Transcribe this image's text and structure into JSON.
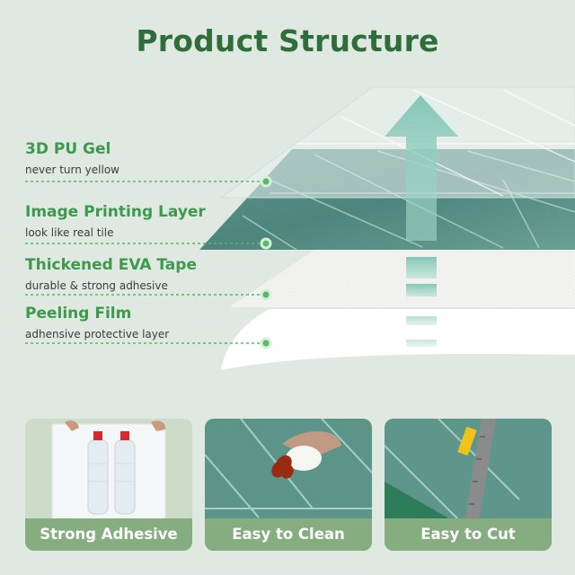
{
  "title": "Product Structure",
  "layers": [
    {
      "name": "3D PU Gel",
      "desc": "never turn yellow"
    },
    {
      "name": "Image Printing Layer",
      "desc": "look like real tile"
    },
    {
      "name": "Thickened EVA Tape",
      "desc": "durable & strong adhesive"
    },
    {
      "name": "Peeling Film",
      "desc": "adhensive protective layer"
    }
  ],
  "features": [
    {
      "label": "Strong Adhesive",
      "image": "bottles-stuck-on-panel"
    },
    {
      "label": "Easy to Clean",
      "image": "wiping-sauce-off-tile"
    },
    {
      "label": "Easy to Cut",
      "image": "cutter-and-ruler-on-tile"
    }
  ],
  "colors": {
    "background": "#dfe9e1",
    "title_green": "#2f6e3a",
    "label_green": "#3d9a4c",
    "tile_teal": "#4f8a82",
    "caption_green": "#86ad7f",
    "arrow_teal": "#7fc4b4"
  },
  "icons": [
    "up-arrow-icon",
    "dot-marker-icon"
  ]
}
